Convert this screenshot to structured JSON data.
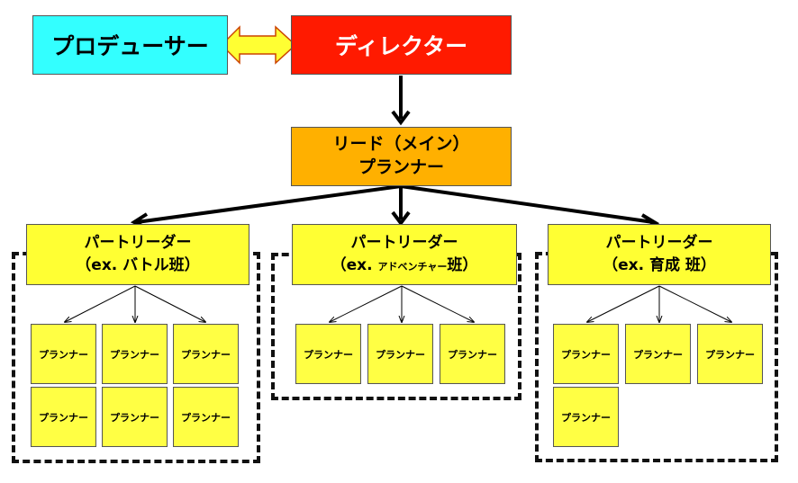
{
  "producer": "プロデューサー",
  "director": "ディレクター",
  "lead": {
    "line1": "リード（メイン）",
    "line2": "プランナー"
  },
  "parts": [
    {
      "title": "パートリーダー",
      "sub_prefix": "（ex. ",
      "sub_main": "バトル班",
      "sub_suffix": "）"
    },
    {
      "title": "パートリーダー",
      "sub_prefix": "（ex. ",
      "sub_main": "アドベンチャー",
      "sub_suffix": "班）"
    },
    {
      "title": "パートリーダー",
      "sub_prefix": "（ex. ",
      "sub_main": "育成 班",
      "sub_suffix": "）"
    }
  ],
  "planner_label": "プランナー",
  "colors": {
    "producer": "#33ffff",
    "director": "#ff1a00",
    "lead": "#ffb000",
    "part": "#ffff33",
    "planner": "#ffff44",
    "arrow_fill": "#ffff33",
    "arrow_stroke": "#cc4400"
  }
}
